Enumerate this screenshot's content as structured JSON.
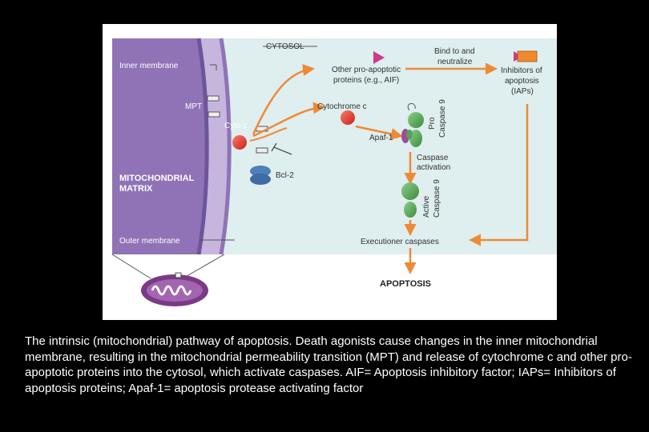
{
  "figure": {
    "labels": {
      "cytosol": "CYTOSOL",
      "inner_membrane": "Inner membrane",
      "mpt": "MPT",
      "cyto_c": "Cyto c",
      "mitochondrial_matrix_line1": "MITOCHONDRIAL",
      "mitochondrial_matrix_line2": "MATRIX",
      "outer_membrane": "Outer membrane",
      "bcl2": "Bcl-2",
      "other_proapoptotic_line1": "Other pro-apoptotic",
      "other_proapoptotic_line2": "proteins (e.g., AIF)",
      "bind_neutralize_line1": "Bind to and",
      "bind_neutralize_line2": "neutralize",
      "iaps_line1": "Inhibitors of",
      "iaps_line2": "apoptosis",
      "iaps_line3": "(IAPs)",
      "cytochrome_c": "Cytochrome c",
      "apaf1": "Apaf-1",
      "pro_caspase9_line1": "Pro",
      "pro_caspase9_line2": "Caspase 9",
      "caspase_activation_line1": "Caspase",
      "caspase_activation_line2": "activation",
      "active_caspase9_line1": "Active",
      "active_caspase9_line2": "Caspase 9",
      "executioner_caspases": "Executioner caspases",
      "apoptosis": "APOPTOSIS"
    },
    "colors": {
      "matrix": "#8f73b6",
      "intermembrane": "#c6b5dd",
      "cytosol": "#dfeeee",
      "arrow": "#ee8a35",
      "red_molecule": "#e23a2c",
      "green_protein": "#4e9e4e",
      "bcl2_blue": "#4f7fb8",
      "pink_triangle": "#cc3c8a",
      "orange_box": "#f08a2c",
      "apaf_purple": "#9b4c9a"
    }
  },
  "caption": {
    "text": "The intrinsic (mitochondrial) pathway of apoptosis.  Death agonists cause changes in the inner mitochondrial membrane, resulting in the mitochondrial permeability transition (MPT) and release of cytochrome c and other pro-apoptotic proteins into the cytosol, which activate caspases. AIF= Apoptosis inhibitory factor; IAPs= Inhibitors of apoptosis proteins; Apaf-1= apoptosis protease activating factor"
  }
}
